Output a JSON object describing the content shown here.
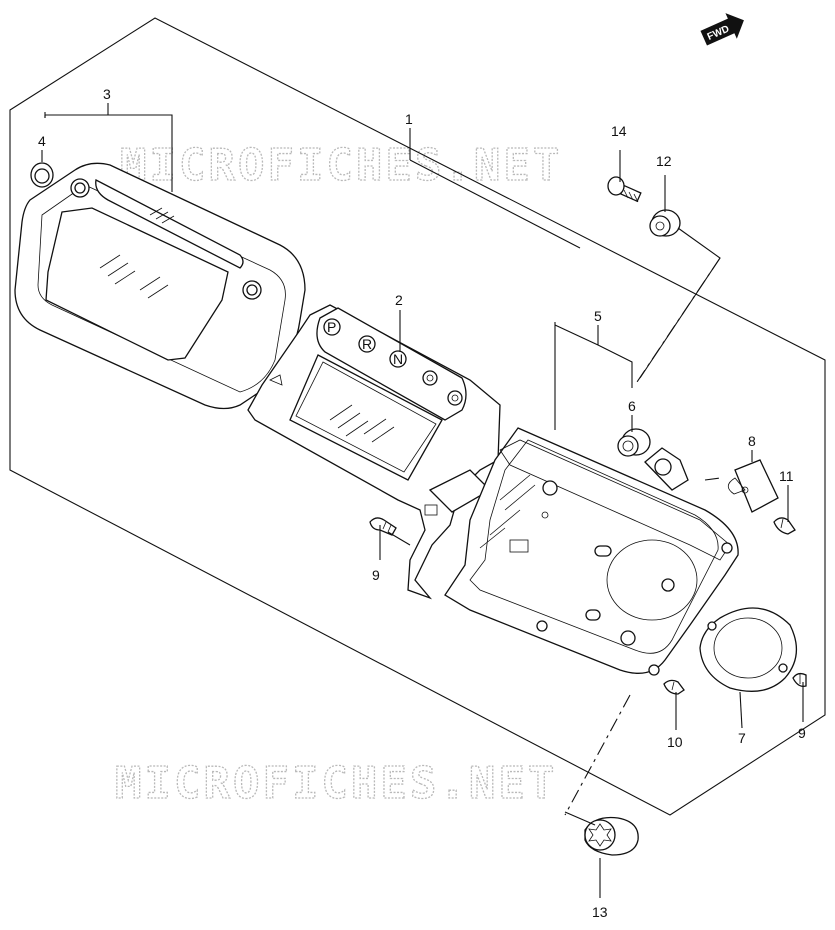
{
  "watermark_text": "MICROFICHES.NET",
  "fwd_label": "FWD",
  "labels": [
    "1",
    "2",
    "3",
    "4",
    "5",
    "6",
    "7",
    "8",
    "9",
    "9",
    "10",
    "11",
    "12",
    "13",
    "14"
  ],
  "gear_indicators": [
    "P",
    "R",
    "N"
  ]
}
